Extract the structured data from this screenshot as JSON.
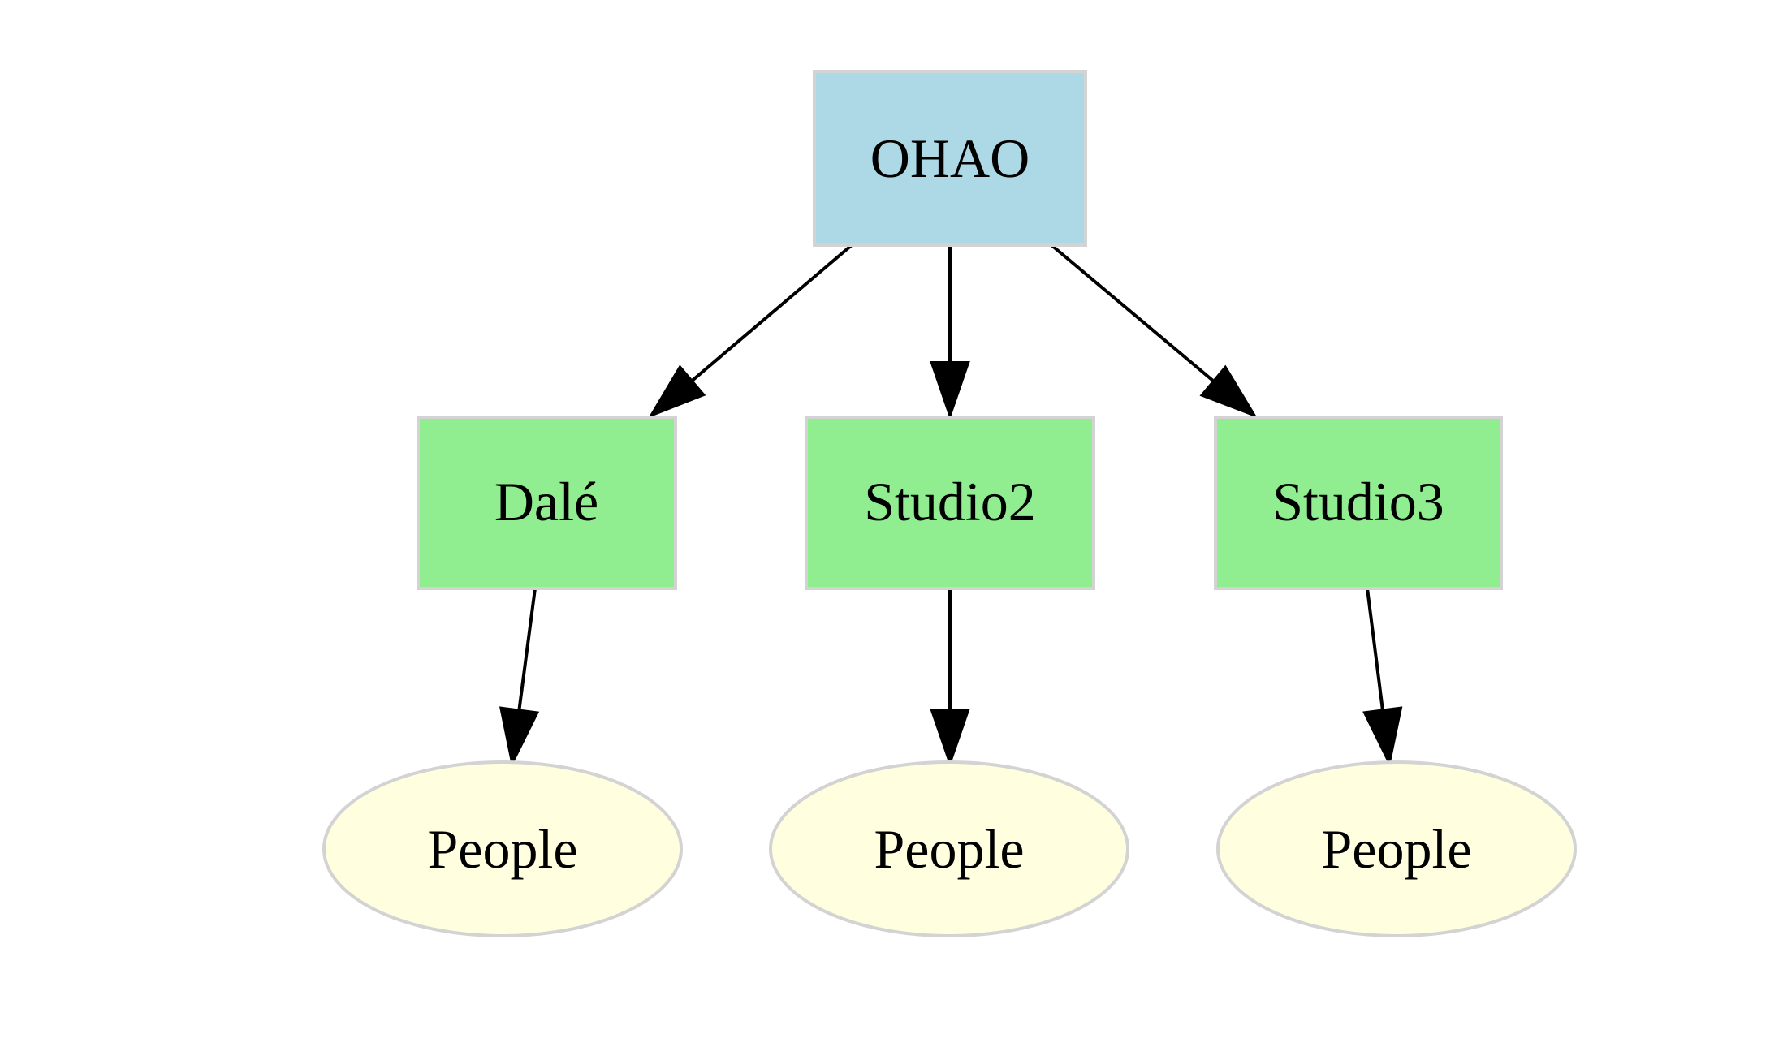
{
  "diagram": {
    "colors": {
      "root_fill": "#add8e6",
      "studio_fill": "#90ee90",
      "people_fill": "#ffffe0",
      "border": "#d3d3d3",
      "edge": "#000000"
    },
    "nodes": [
      {
        "id": "ohao",
        "label": "OHAO",
        "shape": "box",
        "color": "root_fill"
      },
      {
        "id": "dale",
        "label": "Dalé",
        "shape": "box",
        "color": "studio_fill"
      },
      {
        "id": "studio2",
        "label": "Studio2",
        "shape": "box",
        "color": "studio_fill"
      },
      {
        "id": "studio3",
        "label": "Studio3",
        "shape": "box",
        "color": "studio_fill"
      },
      {
        "id": "people1",
        "label": "People",
        "shape": "ellipse",
        "color": "people_fill"
      },
      {
        "id": "people2",
        "label": "People",
        "shape": "ellipse",
        "color": "people_fill"
      },
      {
        "id": "people3",
        "label": "People",
        "shape": "ellipse",
        "color": "people_fill"
      }
    ],
    "edges": [
      {
        "from": "ohao",
        "to": "dale"
      },
      {
        "from": "ohao",
        "to": "studio2"
      },
      {
        "from": "ohao",
        "to": "studio3"
      },
      {
        "from": "dale",
        "to": "people1"
      },
      {
        "from": "studio2",
        "to": "people2"
      },
      {
        "from": "studio3",
        "to": "people3"
      }
    ]
  }
}
